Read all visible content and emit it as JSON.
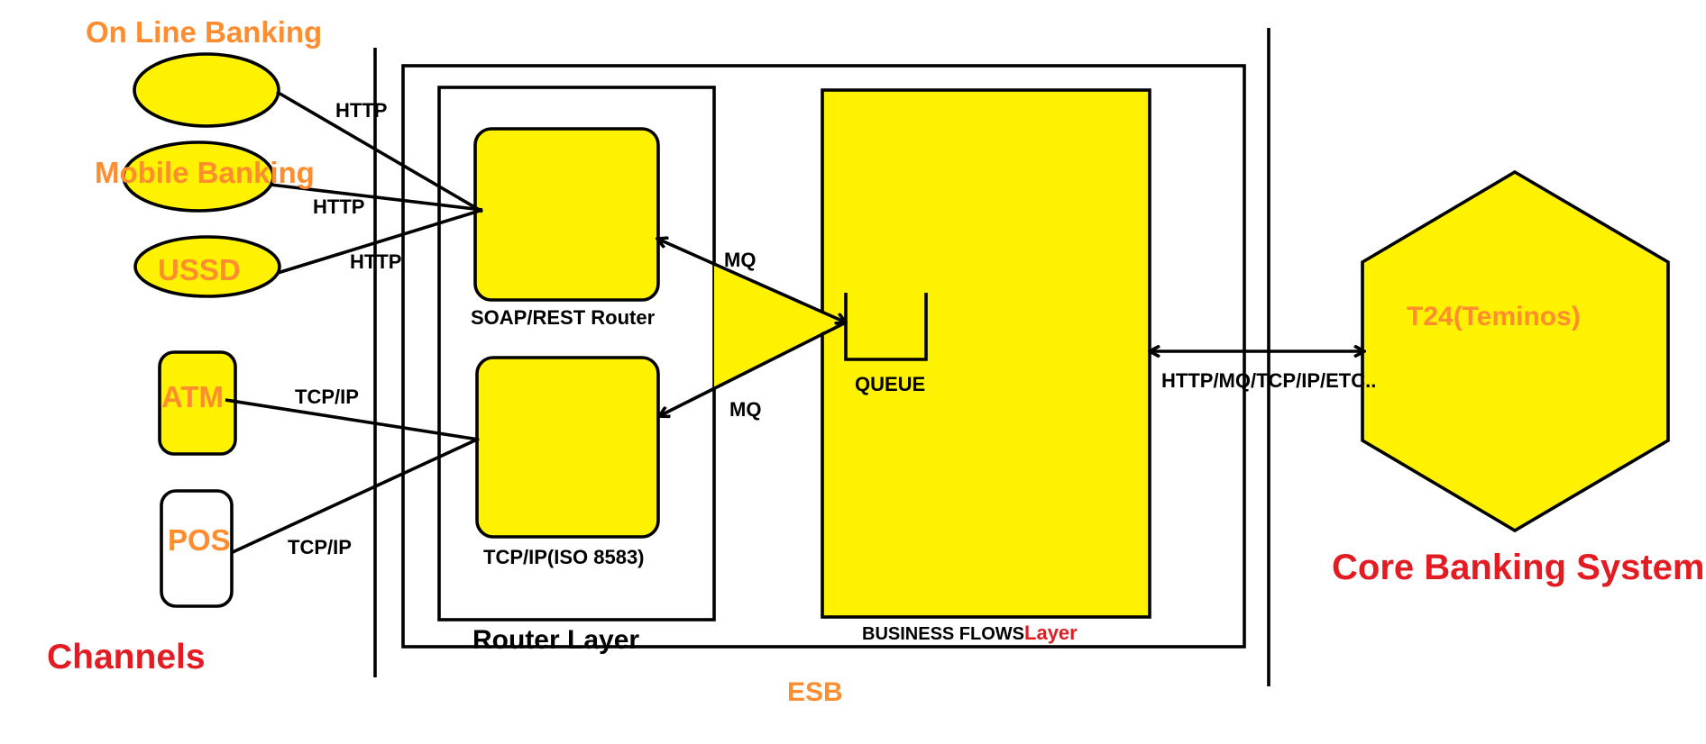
{
  "colors": {
    "node_fill": "#fff200",
    "pos_fill": "#ffffff",
    "stroke": "#000000",
    "orange_text": "#ff8c2e",
    "red_text": "#e31c23"
  },
  "channels": {
    "title": "Channels",
    "online_banking": "On Line Banking",
    "mobile_banking": "Mobile Banking",
    "ussd": "USSD",
    "atm": "ATM",
    "pos": "POS"
  },
  "connections": {
    "online_http": "HTTP",
    "mobile_http": "HTTP",
    "ussd_http": "HTTP",
    "atm_tcp": "TCP/IP",
    "pos_tcp": "TCP/IP",
    "mq_top": "MQ",
    "mq_bottom": "MQ",
    "core_link": "HTTP/MQ/TCP/IP/ETC.."
  },
  "esb": {
    "label": "ESB",
    "router_layer": {
      "title": "Router Layer",
      "soap_rest_router": "SOAP/REST Router",
      "tcp_ip_router": "TCP/IP(ISO 8583)"
    },
    "business_flows": {
      "label_black": "BUSINESS FLOWS",
      "label_red": "Layer",
      "queue": "QUEUE"
    }
  },
  "core": {
    "node": "T24(Teminos)",
    "title": "Core Banking System"
  }
}
